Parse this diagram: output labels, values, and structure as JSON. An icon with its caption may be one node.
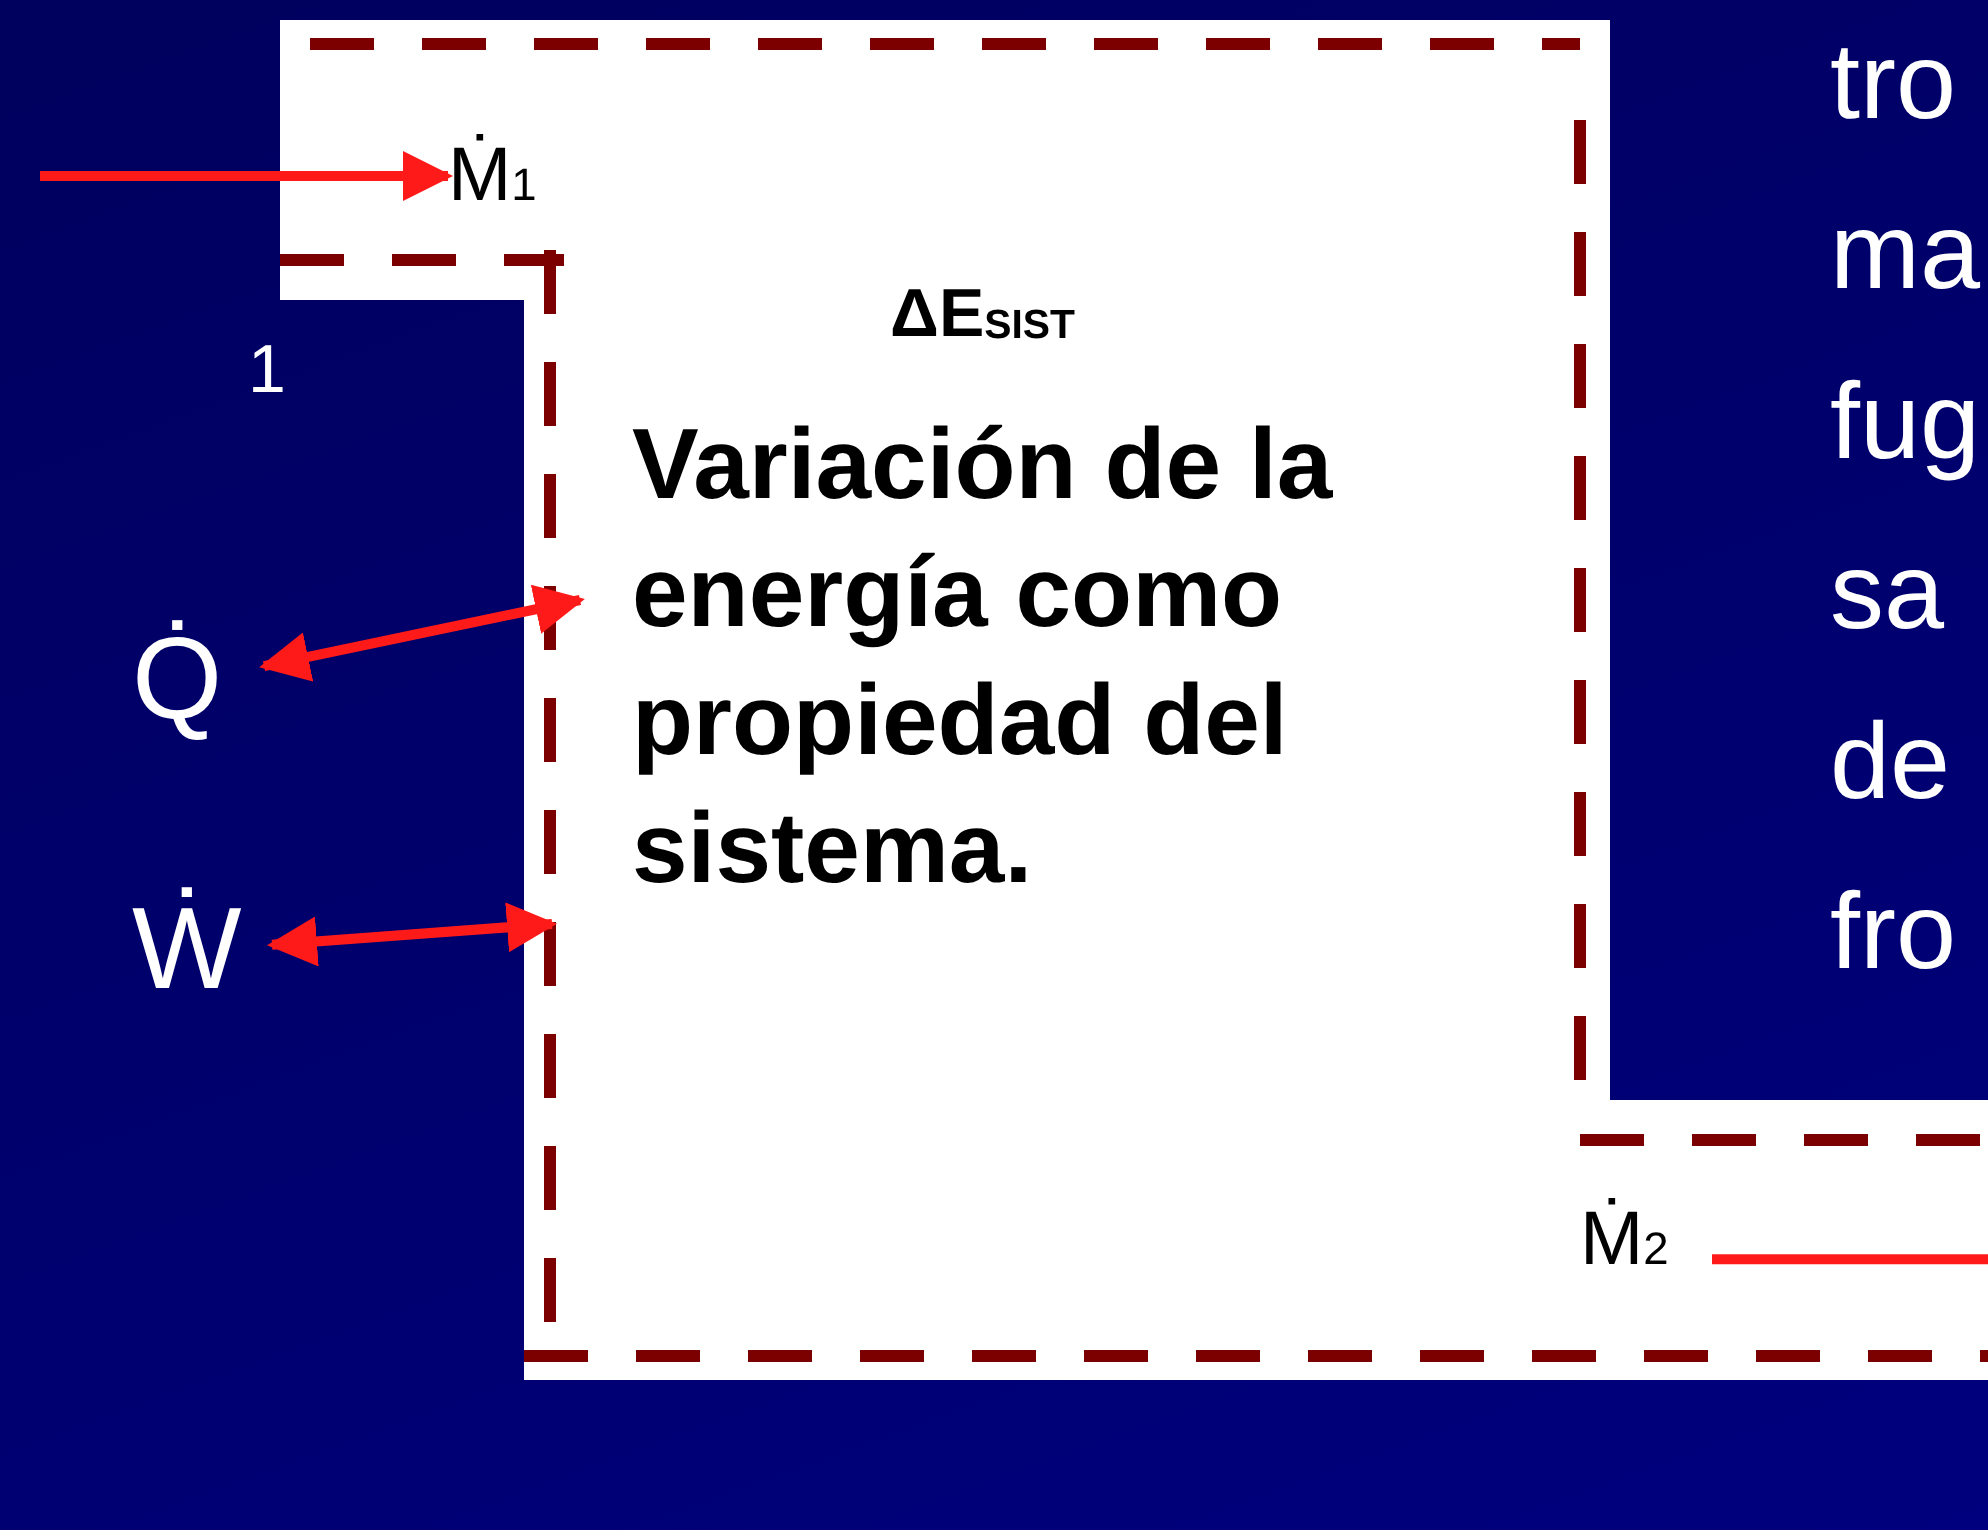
{
  "diagram": {
    "nodes": [
      {
        "text": [
          "ΔE$_{SIST}$",
          "Variación de la energía como propiedad del sistema."
        ]
      },
      {
        "text": [
          "Ṁ$_{1}$"
        ],
        "in": 0
      },
      {
        "text": [
          "Q̇"
        ]
      },
      {
        "text": [
          "Ẇ"
        ]
      },
      {
        "text": [
          "Ṁ$_{2}$"
        ],
        "in": 0
      }
    ],
    "edges": [
      {
        "from": null,
        "to": 1,
        "arrow": "to"
      },
      {
        "from": 2,
        "to": 0,
        "arrow": "both"
      },
      {
        "from": 3,
        "to": 0,
        "arrow": "both"
      },
      {
        "from": 4,
        "to": null,
        "arrow": "none"
      }
    ],
    "labels": [
      "1",
      "tro",
      "ma",
      "fug",
      "sa",
      "de",
      "fro"
    ]
  }
}
